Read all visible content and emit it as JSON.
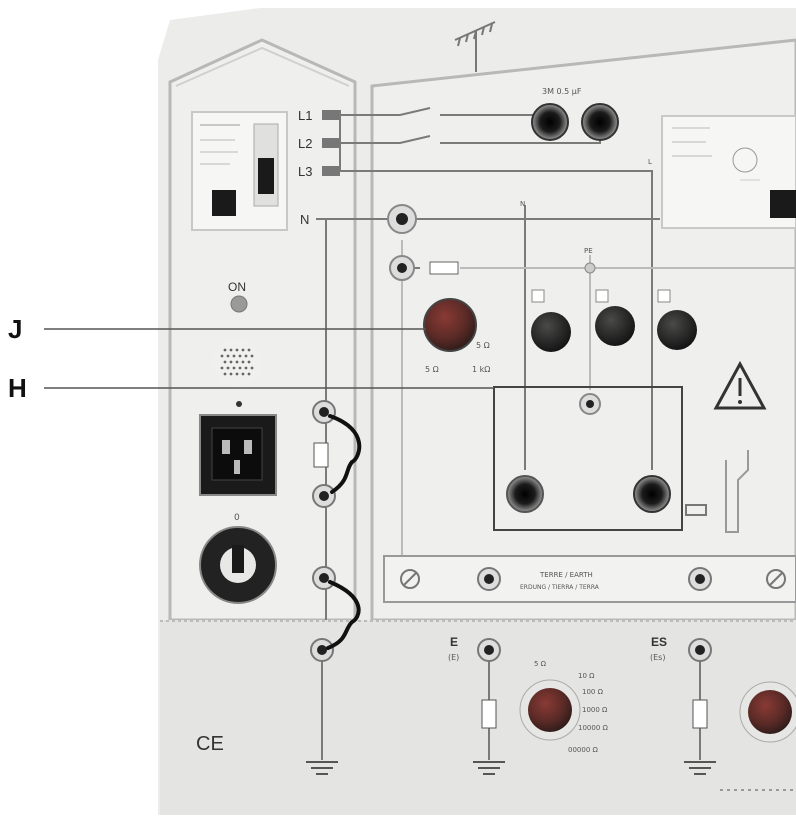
{
  "callouts": {
    "j": "J",
    "h": "H"
  },
  "phase_labels": [
    "L1",
    "L2",
    "L3"
  ],
  "neutral_label": "N",
  "on_label": "ON",
  "voltage_switch_label": "0",
  "top_capacitor_label": "3M 0.5 µF",
  "earth_strip_label": "TERRE / EARTH",
  "earth_strip_sublabel": "ERDUNG / TIERRA / TERRA",
  "pe_label": "PE",
  "n_label": "N",
  "l_label": "L",
  "e_label": "E",
  "e_sub": "(E)",
  "es_label": "ES",
  "es_sub": "(Es)",
  "e_dial_values": [
    "5 Ω",
    "10 Ω",
    "100 Ω",
    "1000 Ω",
    "10000 Ω",
    "00000 Ω"
  ],
  "ce_mark": "CE",
  "colors": {
    "panel": "#ececea",
    "panel_edge": "#c9c9c6",
    "line": "#8c8c8a",
    "wire_dark": "#1a1a1a",
    "knob_red": "#c8321e",
    "knob_dark": "#1d1d1d"
  }
}
